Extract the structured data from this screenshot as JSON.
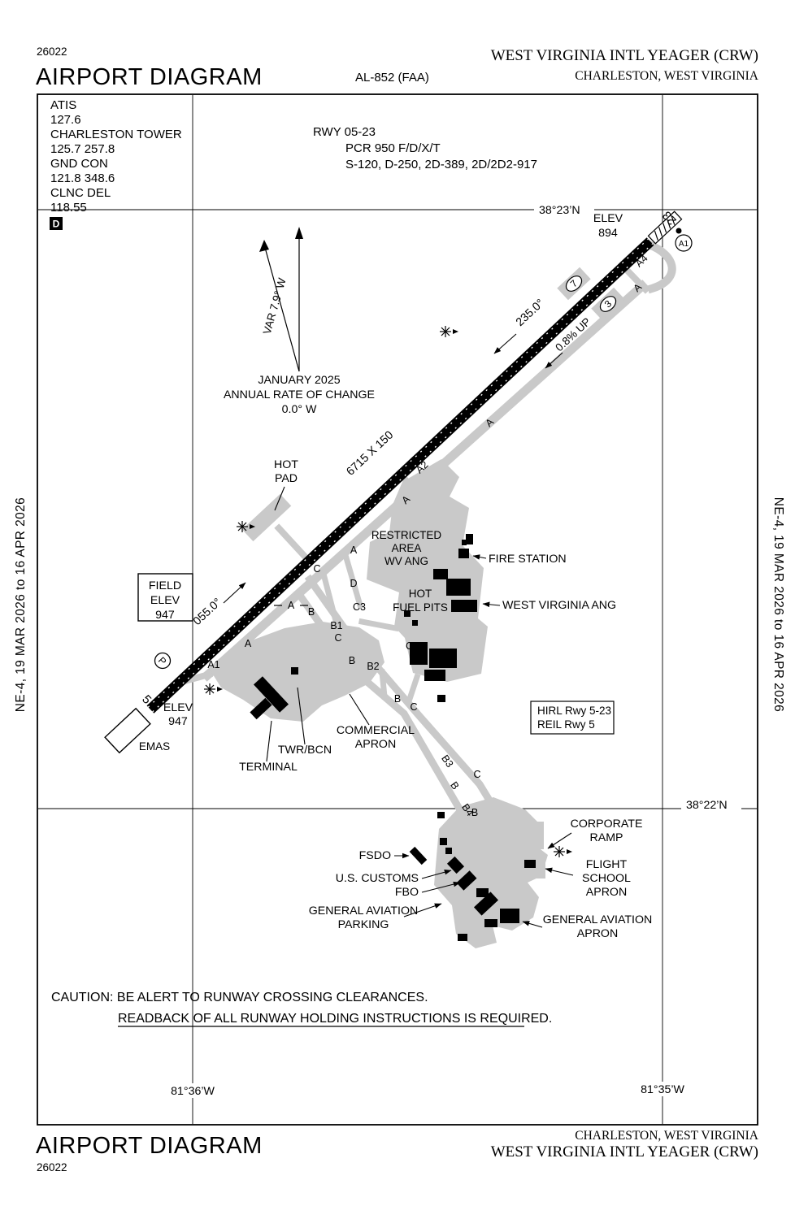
{
  "header": {
    "chart_number": "26022",
    "title": "AIRPORT DIAGRAM",
    "al_number": "AL-852 (FAA)",
    "airport_name": "WEST VIRGINIA INTL YEAGER (CRW)",
    "city": "CHARLESTON, WEST VIRGINIA"
  },
  "footer": {
    "title": "AIRPORT DIAGRAM",
    "chart_number": "26022",
    "city": "CHARLESTON, WEST VIRGINIA",
    "airport_name": "WEST VIRGINIA INTL YEAGER (CRW)"
  },
  "margins": {
    "left": "NE-4, 19 MAR 2026 to 16 APR 2026",
    "right": "NE-4, 19 MAR 2026 to 16 APR 2026"
  },
  "comm": {
    "lines": [
      "ATIS",
      "127.6",
      "CHARLESTON TOWER",
      "125.7 257.8",
      "GND CON",
      "121.8 348.6",
      "CLNC DEL",
      "118.55"
    ],
    "d_symbol": "D"
  },
  "runway_info": [
    "RWY 05-23",
    "PCR 950 F/D/X/T",
    "S-120, D-250, 2D-389, 2D/2D2-917"
  ],
  "variation": {
    "lines": [
      "JANUARY 2025",
      "ANNUAL RATE OF CHANGE",
      "0.0° W"
    ],
    "var": "VAR 7.9° W"
  },
  "grid": {
    "lat_n": "38°23’N",
    "lat_s": "38°22’N",
    "lon_w": "81°36’W",
    "lon_e": "81°35’W"
  },
  "runway": {
    "dim": "6715 X 150",
    "hdg_ne": "055.0°",
    "hdg_sw": "235.0°",
    "slope": "0.8% UP",
    "num_ne": "23",
    "num_sw": "5",
    "emas": "EMAS"
  },
  "elev": {
    "label": "ELEV",
    "ne": "894",
    "sw": "947"
  },
  "field_elev": [
    "FIELD",
    "ELEV",
    "947"
  ],
  "lighting": [
    "HIRL Rwy 5-23",
    "REIL Rwy 5"
  ],
  "features": {
    "hot_pad": [
      "HOT",
      "PAD"
    ],
    "restricted": [
      "RESTRICTED",
      "AREA",
      "WV ANG"
    ],
    "fire_station": "FIRE STATION",
    "wv_ang": "WEST VIRGINIA ANG",
    "hot_fuel": [
      "HOT",
      "FUEL PITS"
    ],
    "commercial": [
      "COMMERCIAL",
      "APRON"
    ],
    "twr": "TWR/BCN",
    "terminal": "TERMINAL",
    "fsdo": "FSDO",
    "customs": "U.S. CUSTOMS",
    "fbo": "FBO",
    "ga_parking": [
      "GENERAL AVIATION",
      "PARKING"
    ],
    "corporate": [
      "CORPORATE",
      "RAMP"
    ],
    "flight_school": [
      "FLIGHT",
      "SCHOOL",
      "APRON"
    ],
    "ga_apron": [
      "GENERAL AVIATION",
      "APRON"
    ]
  },
  "tw": [
    "A",
    "A2",
    "A",
    "A",
    "C",
    "D",
    "C3",
    "C",
    "A",
    "B",
    "B1",
    "A",
    "C2",
    "B",
    "B2",
    "A1",
    "B",
    "C",
    "B3",
    "B",
    "C",
    "B4",
    "B",
    "A4",
    "A"
  ],
  "pads": {
    "e1": "7",
    "e2": "3",
    "a1_circle": "A1",
    "p_circle": "P"
  },
  "caution": {
    "line1": "CAUTION: BE ALERT TO RUNWAY CROSSING CLEARANCES.",
    "line2": "READBACK OF ALL RUNWAY HOLDING INSTRUCTIONS IS REQUIRED."
  }
}
